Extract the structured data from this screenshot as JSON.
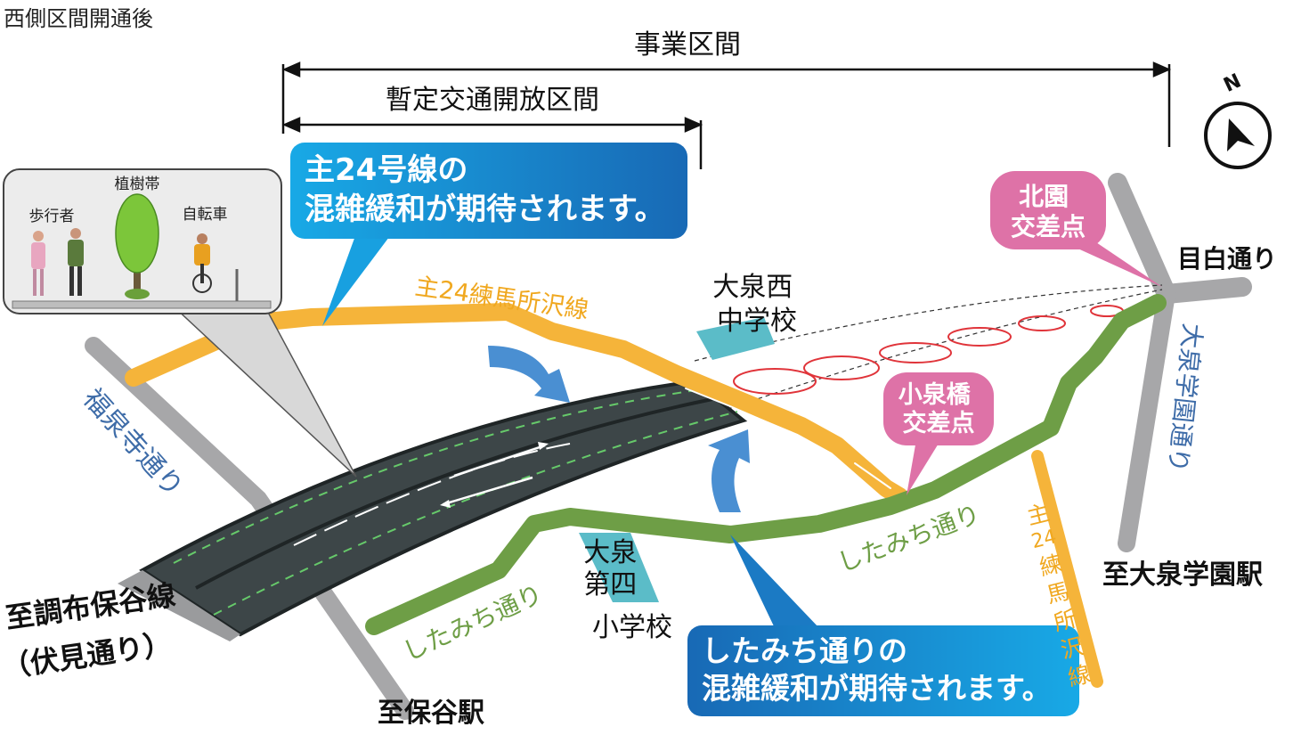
{
  "header": {
    "title": "西側区間開通後"
  },
  "spans": {
    "project_section": "事業区間",
    "provisional_section": "暫定交通開放区間"
  },
  "compass": {
    "label": "N",
    "icon": "north-arrow-icon"
  },
  "callouts": {
    "top": {
      "line1": "主24号線の",
      "line2": "混雑緩和が期待されます。"
    },
    "bottom": {
      "line1": "したみち通りの",
      "line2": "混雑緩和が期待されます。"
    }
  },
  "inset": {
    "labels": {
      "pedestrian": "歩行者",
      "planting": "植樹帯",
      "bicycle": "自転車"
    }
  },
  "roads": {
    "route24_top": "主24練馬所沢線",
    "route24_vertical": [
      "主",
      "24",
      "練",
      "馬",
      "所",
      "沢",
      "線"
    ],
    "fukusenji": "福泉寺通り",
    "shitamichi_left": "したみち通り",
    "shitamichi_right": "したみち通り",
    "mejiro": "目白通り",
    "oizumi_gakuen": "大泉学園通り"
  },
  "intersections": {
    "kitazono": {
      "line1": "北園",
      "line2": "交差点"
    },
    "koizumibashi": {
      "line1": "小泉橋",
      "line2": "交差点"
    }
  },
  "schools": {
    "west_jhs": {
      "line1": "大泉西",
      "line2": "中学校"
    },
    "dai4_es": {
      "line1": "大泉",
      "line2": "第四",
      "line3": "小学校"
    }
  },
  "destinations": {
    "hoya_station": "至保谷駅",
    "chofu_hoya": "至調布保谷線",
    "fushimi": "（伏見通り）",
    "oizumi_gakuen_station": "至大泉学園駅"
  },
  "colors": {
    "route24": "#f5b43a",
    "shitamichi": "#6e9e46",
    "grey_road": "#a7a7a9",
    "callout_blue": "#1c8fd6",
    "intersection_pink": "#de72a7",
    "school": "#5bbcc8",
    "arrow_blue": "#4a8fd2",
    "road_label_blue": "#3e6ca8",
    "ellipse_red": "#e0343a"
  }
}
